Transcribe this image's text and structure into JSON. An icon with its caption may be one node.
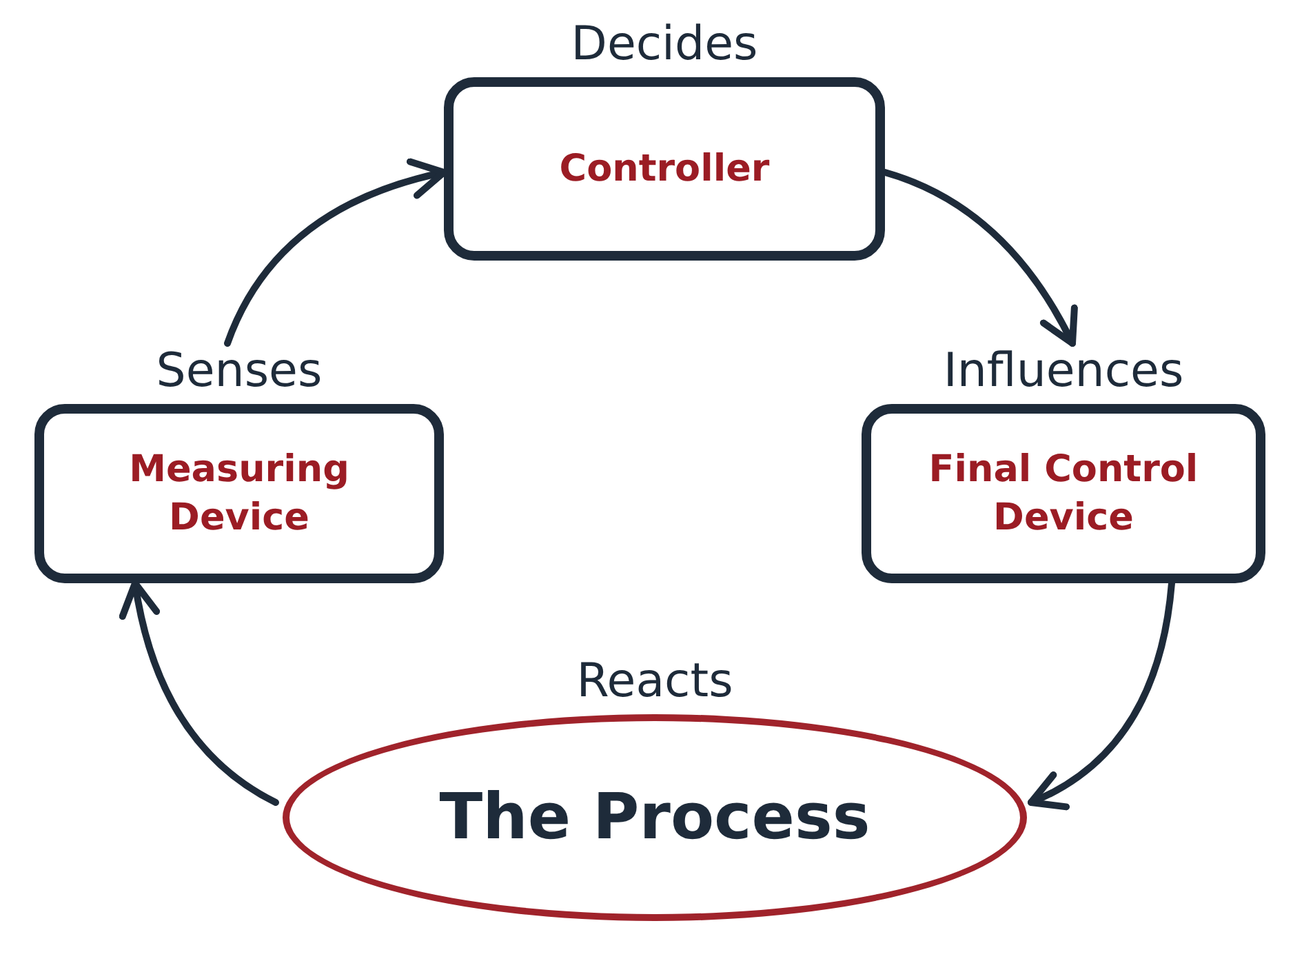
{
  "diagram": {
    "nodes": [
      {
        "text": [
          "Decides",
          "Controller"
        ]
      },
      {
        "text": [
          "Senses",
          "Measuring Device"
        ]
      },
      {
        "text": [
          "Influences",
          "Final Control Device"
        ]
      },
      {
        "text": [
          "Reacts",
          "The Process"
        ]
      }
    ],
    "edges": [
      {
        "from": 0,
        "to": 2,
        "arrow": "to"
      },
      {
        "from": 2,
        "to": 3,
        "arrow": "to"
      },
      {
        "from": 3,
        "to": 1,
        "arrow": "to"
      },
      {
        "from": 1,
        "to": 0,
        "arrow": "to"
      }
    ]
  }
}
